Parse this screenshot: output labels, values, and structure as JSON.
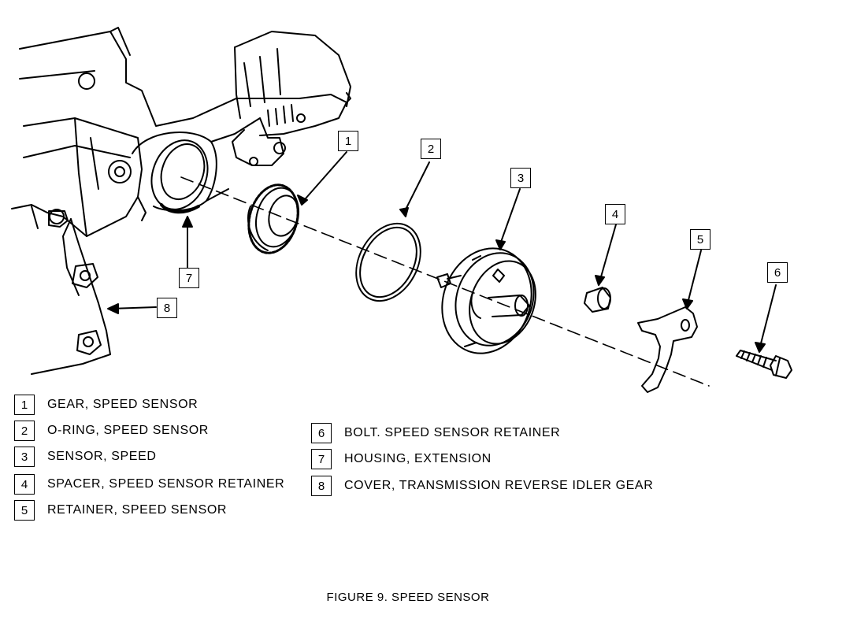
{
  "figure": {
    "caption": "FIGURE 9. SPEED SENSOR"
  },
  "parts": [
    {
      "num": "1",
      "label": "GEAR, SPEED SENSOR"
    },
    {
      "num": "2",
      "label": "O-RING, SPEED SENSOR"
    },
    {
      "num": "3",
      "label": "SENSOR, SPEED"
    },
    {
      "num": "4",
      "label": "SPACER, SPEED SENSOR RETAINER"
    },
    {
      "num": "5",
      "label": "RETAINER, SPEED SENSOR"
    },
    {
      "num": "6",
      "label": "BOLT. SPEED SENSOR RETAINER"
    },
    {
      "num": "7",
      "label": "HOUSING, EXTENSION"
    },
    {
      "num": "8",
      "label": "COVER, TRANSMISSION REVERSE IDLER GEAR"
    }
  ]
}
